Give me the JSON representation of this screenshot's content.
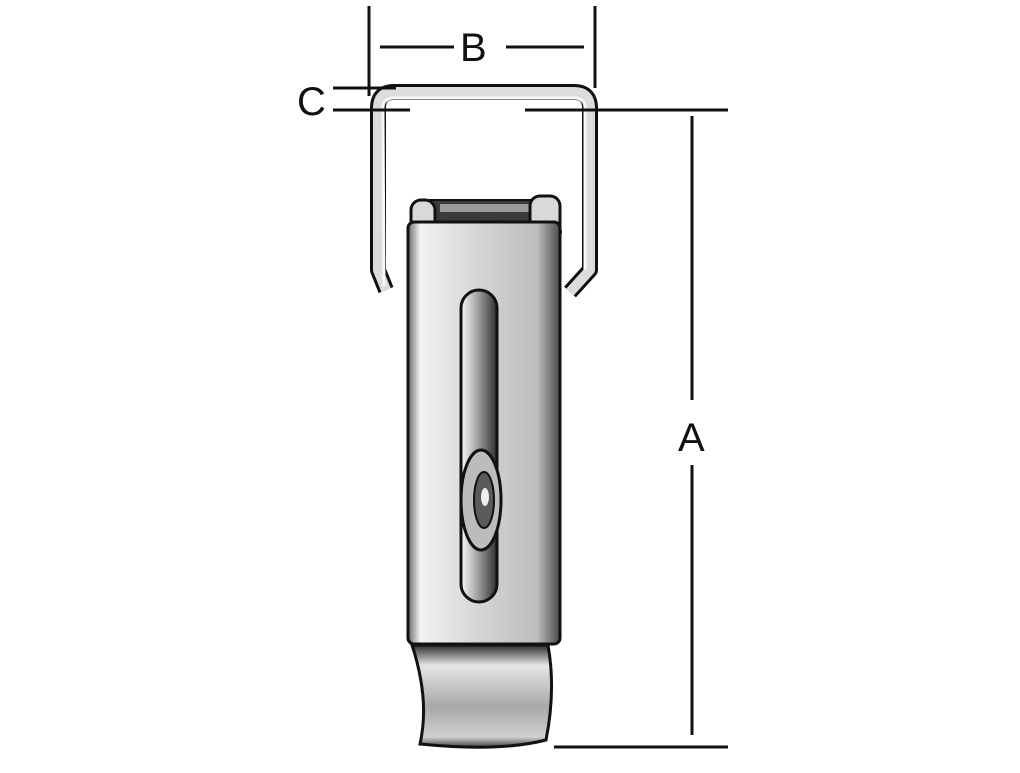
{
  "diagram": {
    "subject": "Toggle latch / draw catch with wire loop",
    "colors": {
      "background": "#ffffff",
      "line": "#111111",
      "metal_light": "#e8e8e8",
      "metal_mid": "#b8b8b8",
      "metal_dark": "#3a3a3a"
    },
    "dimensions": {
      "A": {
        "label": "A",
        "description": "overall height from top of loop to bottom of lever"
      },
      "B": {
        "label": "B",
        "description": "outer width of wire loop"
      },
      "C": {
        "label": "C",
        "description": "wire loop thickness"
      }
    }
  }
}
